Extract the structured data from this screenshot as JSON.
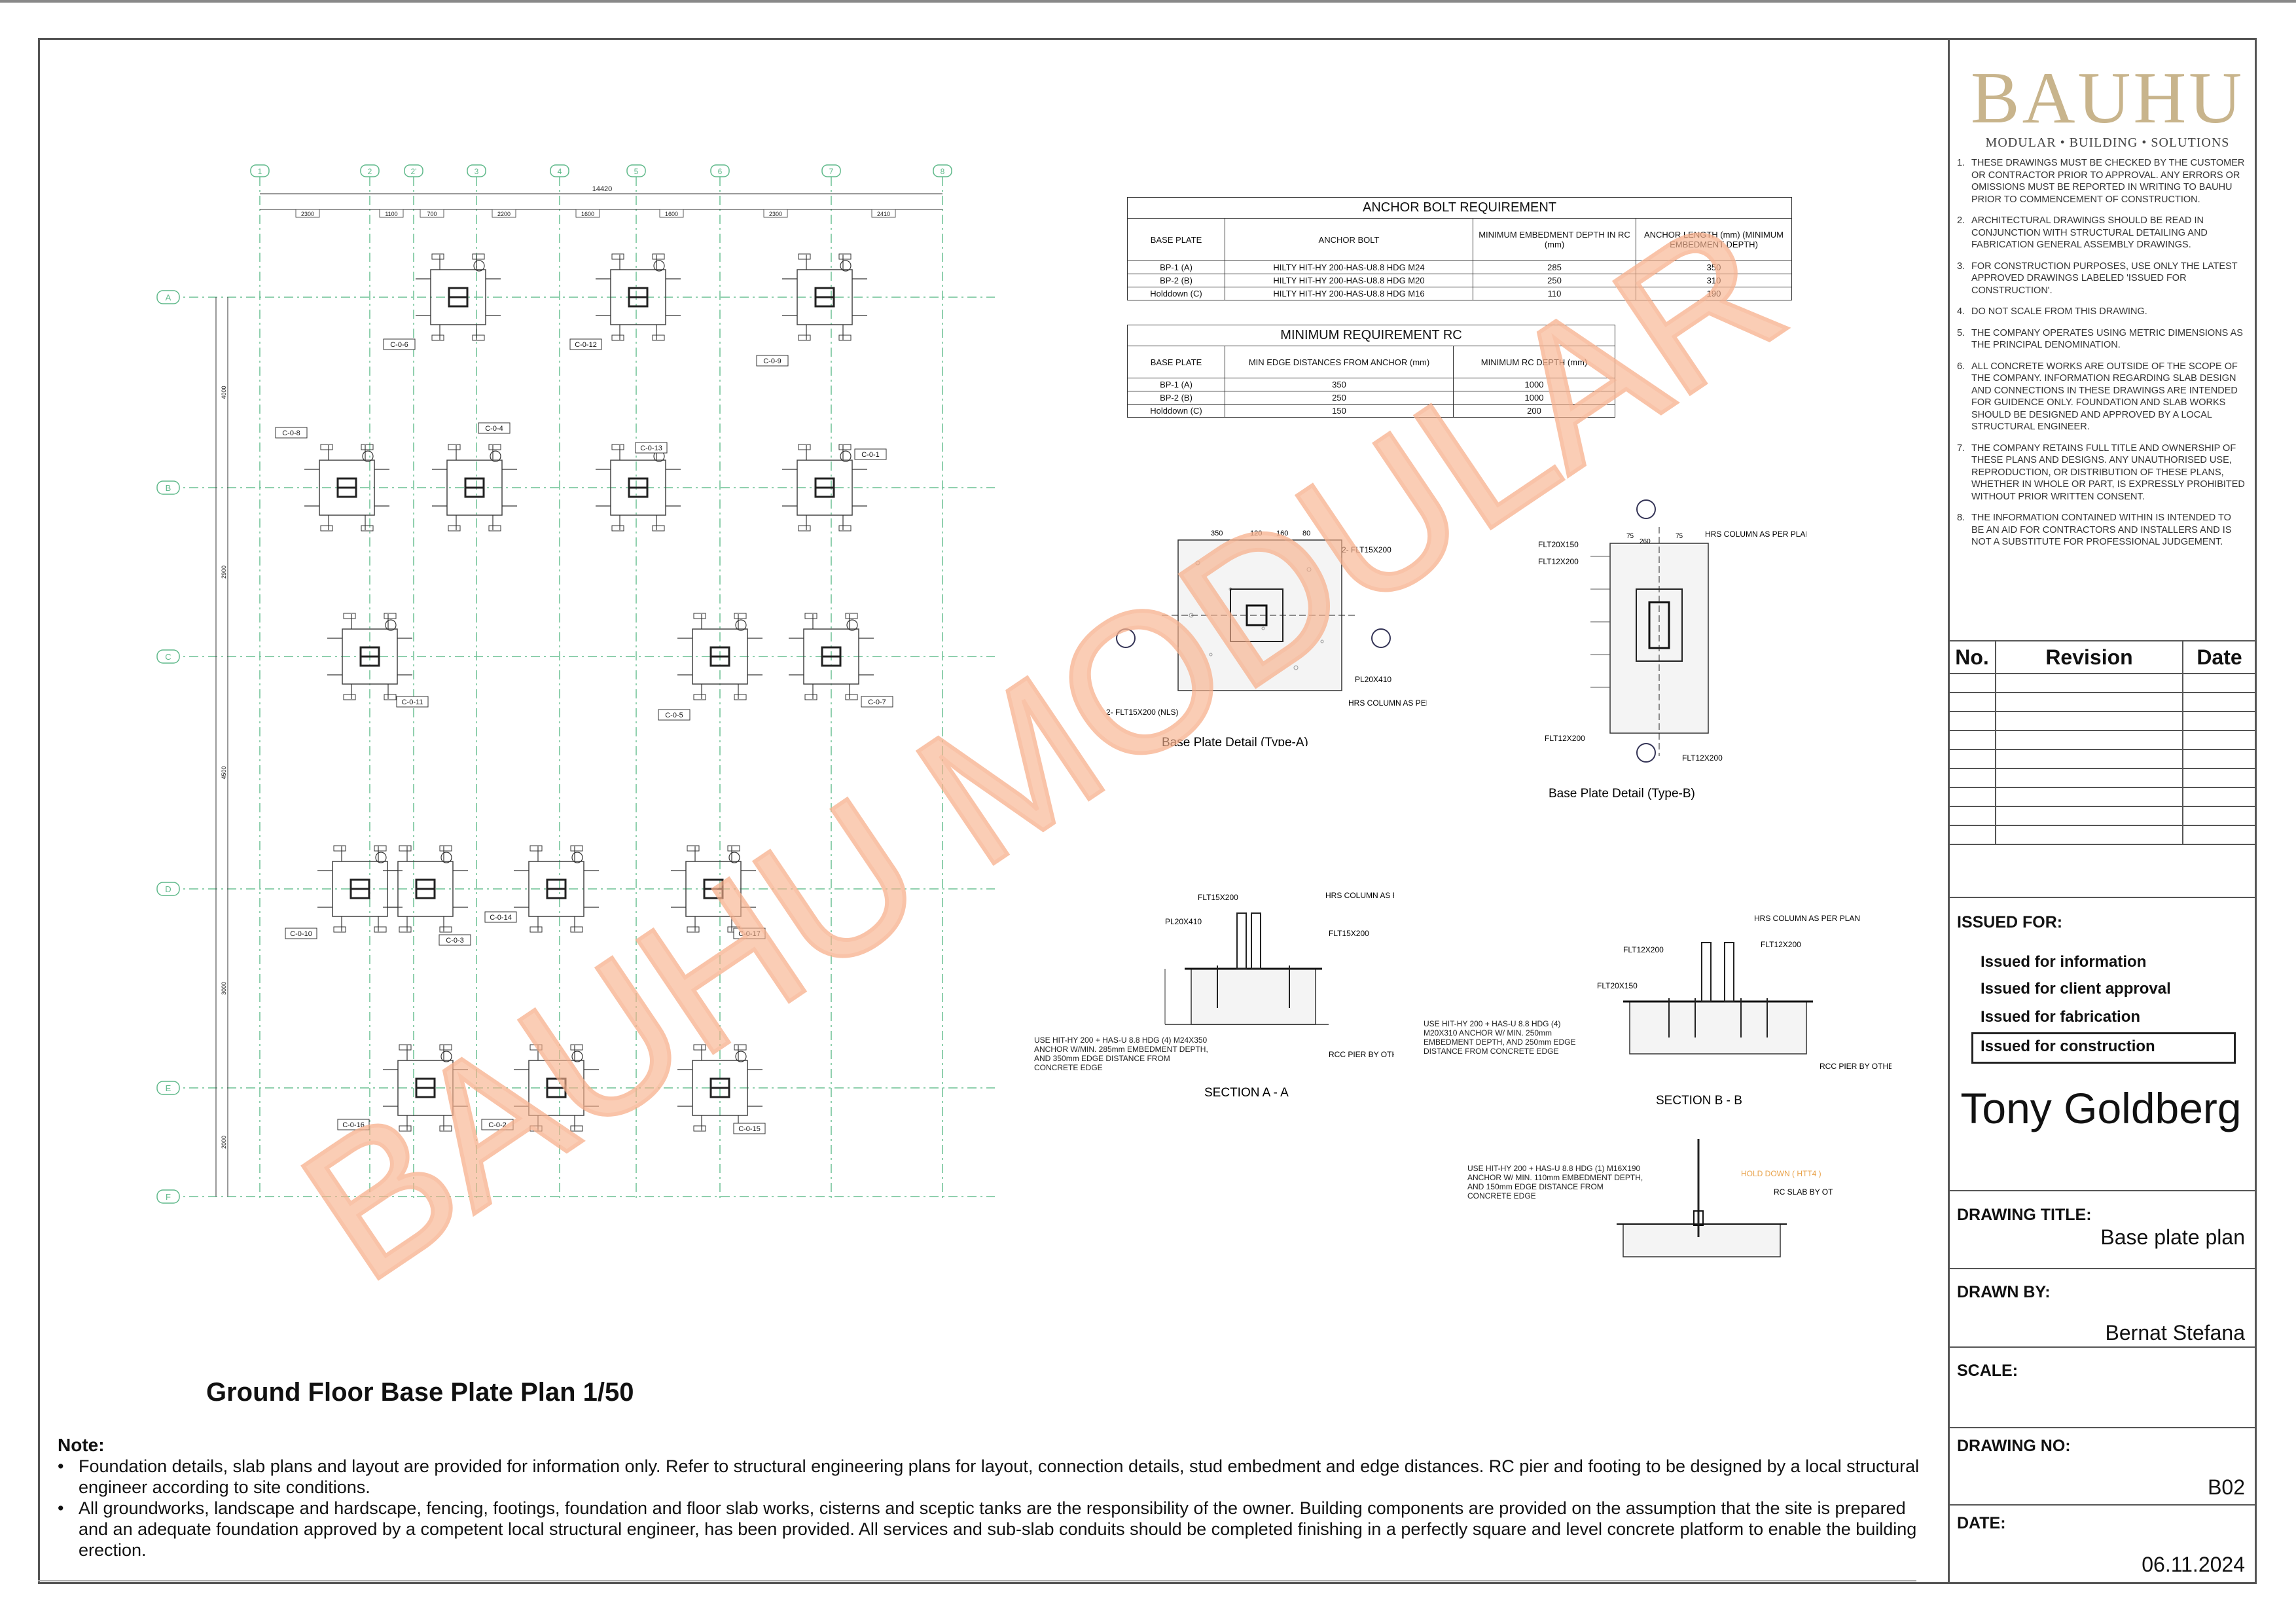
{
  "logo": {
    "name": "BAUHU",
    "tagline": "MODULAR • BUILDING • SOLUTIONS"
  },
  "notes": [
    {
      "num": "1.",
      "text": "These drawings must be checked by the customer or contractor prior to approval. Any errors or omissions must be reported in writing to Bauhu prior to commencement of construction."
    },
    {
      "num": "2.",
      "text": "Architectural drawings should be read in conjunction with structural detailing and fabrication general assembly drawings."
    },
    {
      "num": "3.",
      "text": "For construction purposes, use only the latest approved drawings labeled 'Issued for Construction'."
    },
    {
      "num": "4.",
      "text": "Do not scale from this drawing."
    },
    {
      "num": "5.",
      "text": "The company operates using metric dimensions as the principal denomination."
    },
    {
      "num": "6.",
      "text": "All concrete works are outside of the scope of the company. Information regarding slab design and connections in these drawings are intended for guidence only. Foundation and slab works should be designed and approved by a local structural engineer."
    },
    {
      "num": "7.",
      "text": "The company retains full title and ownership of these plans and designs. Any unauthorised use, reproduction, or distribution of these plans, whether in whole or part, is expressly prohibited without prior written consent."
    },
    {
      "num": "8.",
      "text": "The information contained within is intended to be an aid for contractors and installers and is not a substitute for professional judgement."
    }
  ],
  "revision_table": {
    "headers": [
      "No.",
      "Revision",
      "Date"
    ],
    "empty_rows": 9
  },
  "issued": {
    "label": "ISSUED FOR:",
    "items": [
      "Issued for information",
      "Issued for client approval",
      "Issued for fabrication",
      "Issued for construction"
    ],
    "selected": "Issued for construction"
  },
  "client": "Tony Goldberg",
  "drawing_title": {
    "label": "DRAWING TITLE:",
    "value": "Base plate plan"
  },
  "drawn_by": {
    "label": "DRAWN BY:",
    "value": "Bernat Stefana"
  },
  "scale": {
    "label": "SCALE:",
    "value": ""
  },
  "drawing_no": {
    "label": "DRAWING NO:",
    "value": "B02"
  },
  "date": {
    "label": "DATE:",
    "value": "06.11.2024"
  },
  "plan": {
    "title": "Ground Floor Base Plate Plan 1/50",
    "grid_columns": [
      "1",
      "2",
      "2'",
      "3",
      "4",
      "5",
      "6",
      "7",
      "8"
    ],
    "grid_rows": [
      "A",
      "B",
      "C",
      "D",
      "E",
      "F"
    ],
    "overall_dim": "14420",
    "top_dims": [
      "2300",
      "1100",
      "700",
      "2200",
      "1600",
      "1600",
      "2300",
      "2410"
    ],
    "left_dims": [
      "4000",
      "2900",
      "4500",
      "3000",
      "2000"
    ],
    "column_tags": [
      "C-0-6",
      "C-0-12",
      "C-0-9",
      "C-0-8",
      "C-0-4",
      "C-0-13",
      "C-0-1",
      "C-0-11",
      "C-0-5",
      "C-0-7",
      "C-0-10",
      "C-0-3",
      "C-0-14",
      "C-0-17",
      "C-0-16",
      "C-0-2",
      "C-0-15"
    ]
  },
  "anchor_table": {
    "title": "ANCHOR BOLT REQUIREMENT",
    "headers": [
      "BASE PLATE",
      "ANCHOR BOLT",
      "MINIMUM EMBEDMENT DEPTH IN RC (mm)",
      "ANCHOR LENGTH (mm) (MINIMUM EMBEDMENT DEPTH)"
    ],
    "rows": [
      [
        "BP-1 (A)",
        "HILTY HIT-HY 200-HAS-U8.8 HDG M24",
        "285",
        "350"
      ],
      [
        "BP-2 (B)",
        "HILTY HIT-HY 200-HAS-U8.8 HDG M20",
        "250",
        "310"
      ],
      [
        "Holddown (C)",
        "HILTY HIT-HY 200-HAS-U8.8 HDG M16",
        "110",
        "190"
      ]
    ]
  },
  "rc_table": {
    "title": "MINIMUM REQUIREMENT RC",
    "headers": [
      "BASE PLATE",
      "MIN EDGE DISTANCES FROM ANCHOR (mm)",
      "MINIMUM RC DEPTH (mm)"
    ],
    "rows": [
      [
        "BP-1 (A)",
        "350",
        "1000"
      ],
      [
        "BP-2 (B)",
        "250",
        "1000"
      ],
      [
        "Holddown (C)",
        "150",
        "200"
      ]
    ]
  },
  "details": {
    "type_a": {
      "title": "Base Plate Detail (Type-A)",
      "labels": [
        "2- FLT15X200",
        "PL20X410",
        "HRS COLUMN AS PER PLAN",
        "2- FLT15X200 (NLS)"
      ],
      "dims": [
        "350",
        "120",
        "160",
        "80"
      ]
    },
    "type_b": {
      "title": "Base Plate Detail (Type-B)",
      "labels": [
        "FLT20X150",
        "FLT12X200",
        "HRS COLUMN AS PER PLAN",
        "FLT12X200",
        "FLT12X200"
      ],
      "dims": [
        "260",
        "75",
        "75"
      ]
    },
    "section_a": {
      "title": "SECTION  A - A",
      "labels": [
        "FLT15X200",
        "PL20X410",
        "HRS COLUMN AS PER PLAN",
        "FLT15X200",
        "RCC PIER BY OTHER"
      ],
      "note": "USE HIT-HY 200 + HAS-U 8.8 HDG (4) M24X350 ANCHOR W/MIN. 285mm EMBEDMENT DEPTH, AND 350mm EDGE DISTANCE FROM CONCRETE EDGE"
    },
    "section_b": {
      "title": "SECTION  B - B",
      "labels": [
        "FLT12X200",
        "HRS COLUMN AS PER PLAN",
        "FLT12X200",
        "FLT20X150",
        "RCC PIER BY OTHER"
      ],
      "note": "USE HIT-HY 200 + HAS-U 8.8 HDG (4) M20X310 ANCHOR W/ MIN. 250mm EMBEDMENT DEPTH, AND 250mm EDGE DISTANCE FROM CONCRETE EDGE"
    },
    "holddown": {
      "labels": [
        "HOLD DOWN ( HTT4 )",
        "RC SLAB BY OTHER"
      ],
      "note": "USE HIT-HY 200 + HAS-U 8.8 HDG (1) M16X190 ANCHOR W/ MIN. 110mm EMBEDMENT DEPTH, AND 150mm EDGE DISTANCE FROM CONCRETE EDGE"
    }
  },
  "bottom_note": {
    "heading": "Note:",
    "items": [
      "Foundation details, slab plans and layout are provided for information only. Refer to structural engineering plans for layout, connection details, stud embedment and edge distances. RC pier and footing to be designed by a local structural engineer according to site conditions.",
      "All groundworks, landscape and hardscape, fencing, footings, foundation and floor slab works, cisterns and sceptic tanks are the responsibility of the owner. Building components are provided on the assumption that the site is prepared and an adequate foundation approved by a competent local structural engineer, has been provided. All services and sub-slab conduits should be completed finishing in a perfectly square and level concrete platform to enable the building erection."
    ]
  },
  "watermark": "BAUHU MODULAR",
  "colors": {
    "watermark": "#f7b08c",
    "logo": "#c8b48c",
    "grid": "#5fb98a",
    "dim_tag": "#e8a24a"
  }
}
